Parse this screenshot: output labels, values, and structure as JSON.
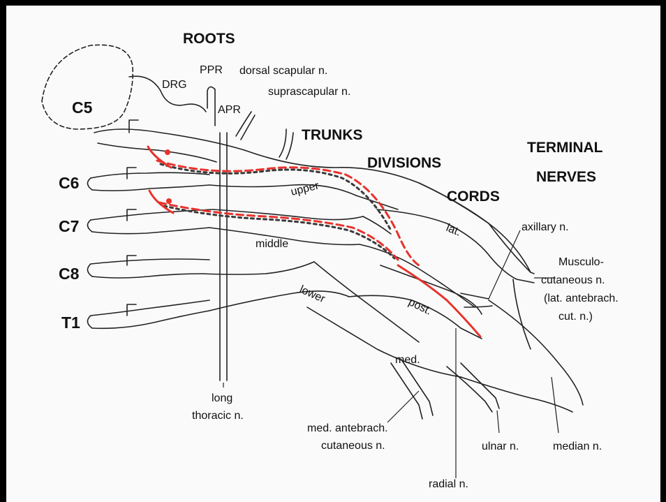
{
  "section_labels": {
    "roots": "ROOTS",
    "trunks": "TRUNKS",
    "divisions": "DIVISIONS",
    "terminal_line1": "TERMINAL",
    "terminal_line2": "NERVES",
    "cords": "CORDS"
  },
  "root_labels": [
    "C5",
    "C6",
    "C7",
    "C8",
    "T1"
  ],
  "root_structure_labels": {
    "drg": "DRG",
    "ppr": "PPR",
    "apr": "APR",
    "dorsal_scapular": "dorsal scapular n.",
    "suprascapular": "suprascapular n."
  },
  "trunk_labels": {
    "upper": "upper",
    "middle": "middle",
    "lower": "lower"
  },
  "cord_labels": {
    "lateral": "lat.",
    "posterior": "post.",
    "medial": "med."
  },
  "nerve_labels": {
    "axillary": "axillary n.",
    "musculo_1": "Musculo-",
    "musculo_2": "cutaneous n.",
    "musculo_3": "(lat. antebrach.",
    "musculo_4": "cut. n.)",
    "long_thoracic_1": "long",
    "long_thoracic_2": "thoracic n.",
    "med_antebrach_1": "med. antebrach.",
    "med_antebrach_2": "cutaneous n.",
    "ulnar": "ulnar n.",
    "median": "median n.",
    "radial": "radial n."
  },
  "colors": {
    "frame": "#000000",
    "paper": "#fafafa",
    "ink": "#222222",
    "highlight": "#e8322c",
    "dash_dark": "#3a3a3a"
  }
}
